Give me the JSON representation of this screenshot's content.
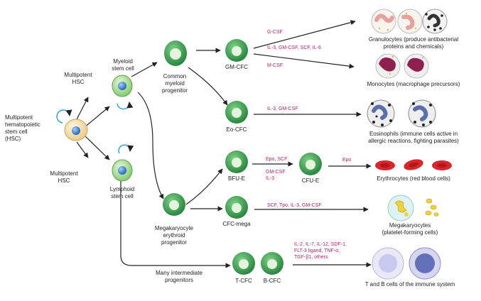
{
  "colors": {
    "progenitor_green": "#2f9a4a",
    "stem_green": "#8fd27a",
    "hsc_cream": "#f6e0b0",
    "factor_magenta": "#b0226e",
    "arrow": "#222222",
    "erythrocyte_red": "#d8262b",
    "monocyte_purple": "#8e1f4f",
    "lymphocyte_blue": "#6470b8"
  },
  "labels": {
    "hsc": "Multipotent\nhematopoietic\nstem cell\n(HSC)",
    "mp_hsc_top": "Multipotent\nHSC",
    "mp_hsc_bottom": "Multipotent\nHSC",
    "myeloid": "Myeloid\nstem cell",
    "lymphoid": "Lymphoid\nstem cell",
    "cmp": "Common\nmyeloid\nprogenitor",
    "mep": "Megakaryocyte\nerythroid\nprogenitor",
    "many_intermediate": "Many intermediate\nprogenitors",
    "gm_cfc": "GM-CFC",
    "eo_cfc": "Eo-CFC",
    "bfu_e": "BFU-E",
    "cfu_e": "CFU-E",
    "cfc_mega": "CFC-mega",
    "t_cfc": "T-CFC",
    "b_cfc": "B-CFC",
    "granulocytes": "Granulocytes (produce antibacterial\nproteins and chemicals)",
    "monocytes": "Monocytes (macrophage precursors)",
    "eosinophils": "Eosinophils (immune cells active in\nallergic reactions, fighting parasites)",
    "erythrocytes": "Erythrocytes (red blood cells)",
    "megakaryocytes": "Megakaryocytes\n(platelet-forming cells)",
    "tb_cells": "T and B cells of the immune system"
  },
  "factors": {
    "g_csf": "G-CSF",
    "il3_gm_scf_il6": "IL-3, GM-CSF, SCF, IL-6",
    "m_csf": "M-CSF",
    "il3_gm": "IL-3, GM-CSF",
    "epo_scf": "Epo, SCF",
    "gm_il3": "GM-CSF\nIL-3",
    "epo": "Epo",
    "mega_factors": "SCF, Tpo, IL-3, GM-CSF",
    "lymph_factors": "IL-2, IL-7, IL-12, SDF-1,\nFLT-3 ligand, TNF-α,\nTGF-β1, others"
  }
}
